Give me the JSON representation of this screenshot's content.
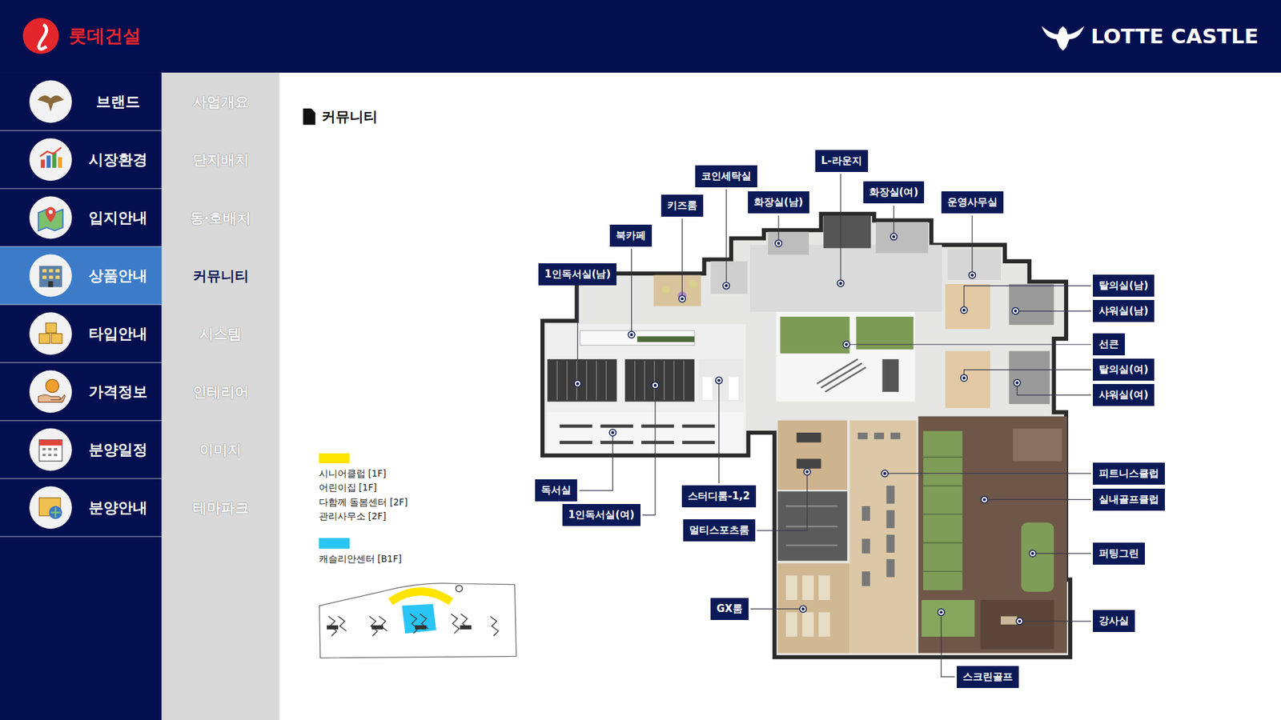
{
  "diagram": {
    "title": "커뮤니티",
    "nodes": [
      {
        "text": [
          "브랜드"
        ]
      },
      {
        "text": [
          "시장환경"
        ]
      },
      {
        "text": [
          "입지안내"
        ]
      },
      {
        "text": [
          "상품안내"
        ]
      },
      {
        "text": [
          "타입안내"
        ]
      },
      {
        "text": [
          "가격정보"
        ]
      },
      {
        "text": [
          "분양일정"
        ]
      },
      {
        "text": [
          "분양안내"
        ]
      },
      {
        "text": [
          "L-라운지"
        ]
      },
      {
        "text": [
          "코인세탁실"
        ]
      },
      {
        "text": [
          "화장실(여)"
        ]
      },
      {
        "text": [
          "화장실(남)"
        ]
      },
      {
        "text": [
          "운영사무실"
        ]
      },
      {
        "text": [
          "키즈룸"
        ]
      },
      {
        "text": [
          "북카페"
        ]
      },
      {
        "text": [
          "1인독서실(남)"
        ]
      },
      {
        "text": [
          "탈의실(남)"
        ]
      },
      {
        "text": [
          "샤워실(남)"
        ]
      },
      {
        "text": [
          "선큰"
        ]
      },
      {
        "text": [
          "탈의실(여)"
        ]
      },
      {
        "text": [
          "샤워실(여)"
        ]
      },
      {
        "text": [
          "피트니스클럽"
        ]
      },
      {
        "text": [
          "독서실"
        ]
      },
      {
        "text": [
          "스터디룸-1,2"
        ]
      },
      {
        "text": [
          "실내골프클럽"
        ]
      },
      {
        "text": [
          "1인독서실(여)"
        ]
      },
      {
        "text": [
          "멀티스포츠룸"
        ]
      },
      {
        "text": [
          "퍼팅그린"
        ]
      },
      {
        "text": [
          "GX룸"
        ]
      },
      {
        "text": [
          "강사실"
        ]
      },
      {
        "text": [
          "스크린골프"
        ]
      }
    ],
    "labels": [
      "롯데건설",
      "LOTTE CASTLE",
      "사업개요",
      "단지배치",
      "동·호배치",
      "커뮤니티",
      "시스템",
      "인테리어",
      "이미지",
      "테마파크"
    ],
    "legend": [
      {
        "text": "시니어클럽 [1F]",
        "color": "#ffe400"
      },
      {
        "text": "어린이집 [1F]"
      },
      {
        "text": "다함께 돌봄센터 [2F]"
      },
      {
        "text": "관리사무소 [2F]"
      },
      {
        "text": "캐슬리안센터 [B1F]",
        "color": "#29c5f6"
      }
    ]
  }
}
